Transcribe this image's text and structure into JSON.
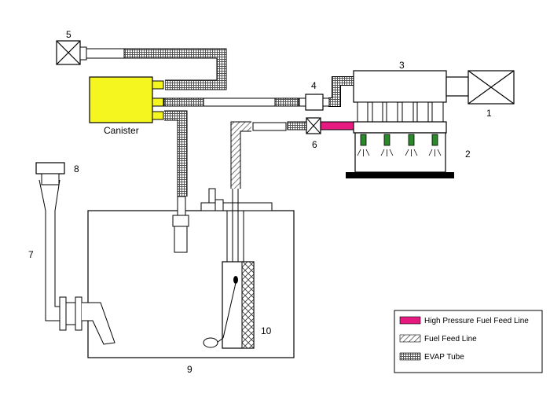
{
  "diagram": {
    "canister_label": "Canister",
    "callouts": {
      "n1": "1",
      "n2": "2",
      "n3": "3",
      "n4": "4",
      "n5": "5",
      "n6": "6",
      "n7": "7",
      "n8": "8",
      "n9": "9",
      "n10": "10"
    }
  },
  "legend": {
    "items": [
      {
        "label": "High Pressure Fuel Feed Line",
        "color": "#e5197f",
        "pattern": "solid"
      },
      {
        "label": "Fuel Feed Line",
        "color": "#9a9a9a",
        "pattern": "diagonal-hatch"
      },
      {
        "label": "EVAP Tube",
        "color": "#9a9a9a",
        "pattern": "crosshatch"
      }
    ]
  },
  "colors": {
    "canister": "#f5f51f",
    "high_pressure_line": "#e5197f",
    "injector": "#2a8a2a",
    "engine_base": "#000000"
  }
}
